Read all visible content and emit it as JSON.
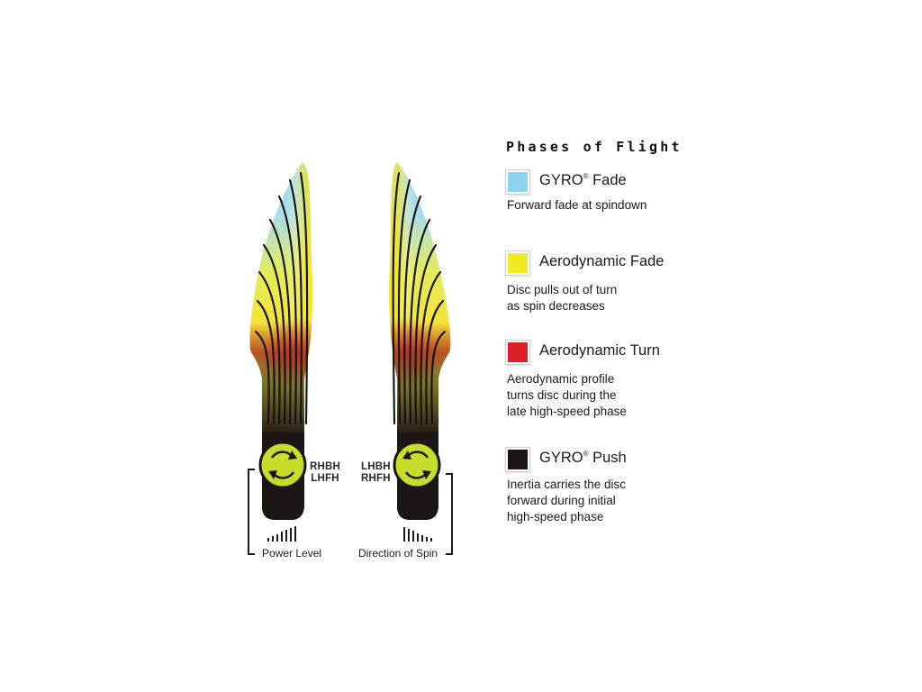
{
  "legend": {
    "title": "Phases of Flight",
    "items": [
      {
        "key": "gyro-fade",
        "name": "GYRO",
        "mark": "®",
        "name_suffix": " Fade",
        "color": "#8dd3f0",
        "description": [
          "Forward fade at spindown"
        ]
      },
      {
        "key": "aero-fade",
        "name": "Aerodynamic Fade",
        "mark": "",
        "name_suffix": "",
        "color": "#f2ea22",
        "description": [
          "Disc pulls out of turn",
          "as spin decreases"
        ]
      },
      {
        "key": "aero-turn",
        "name": "Aerodynamic Turn",
        "mark": "",
        "name_suffix": "",
        "color": "#de1f26",
        "description": [
          "Aerodynamic profile",
          "turns disc during the",
          "late high-speed phase"
        ]
      },
      {
        "key": "gyro-push",
        "name": "GYRO",
        "mark": "®",
        "name_suffix": " Push",
        "color": "#1c1715",
        "description": [
          "Inertia carries the disc",
          "forward during initial",
          "high-speed phase"
        ]
      }
    ]
  },
  "flights": {
    "left": {
      "throws": [
        "RHBH",
        "LHFH"
      ],
      "spin": "clockwise",
      "lean": "left"
    },
    "right": {
      "throws": [
        "LHBH",
        "RHFH"
      ],
      "spin": "counterclockwise",
      "lean": "right"
    }
  },
  "captions": {
    "power_level": "Power Level",
    "direction_of_spin": "Direction of Spin"
  },
  "colors": {
    "spin_circle": "#c8dc2a",
    "base_dark": "#1c1715"
  }
}
